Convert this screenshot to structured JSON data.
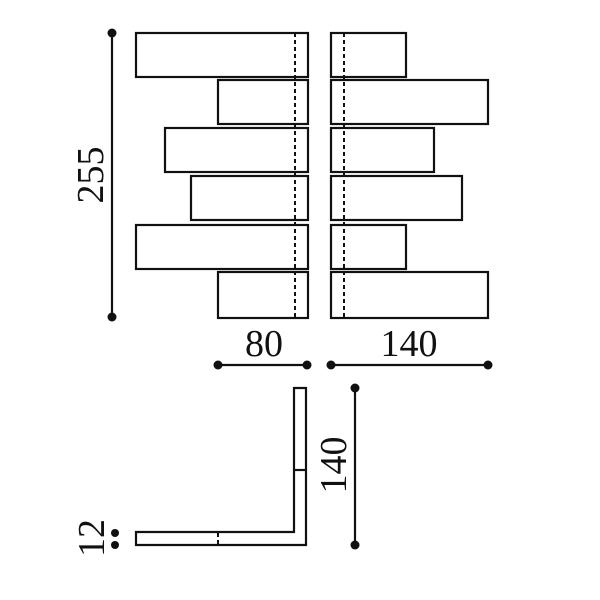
{
  "dimensions": {
    "height_total": "255",
    "depth_left": "80",
    "depth_right": "140",
    "bracket_length": "140",
    "bracket_thickness": "12"
  },
  "colors": {
    "ink": "#111111",
    "paper": "#ffffff"
  }
}
